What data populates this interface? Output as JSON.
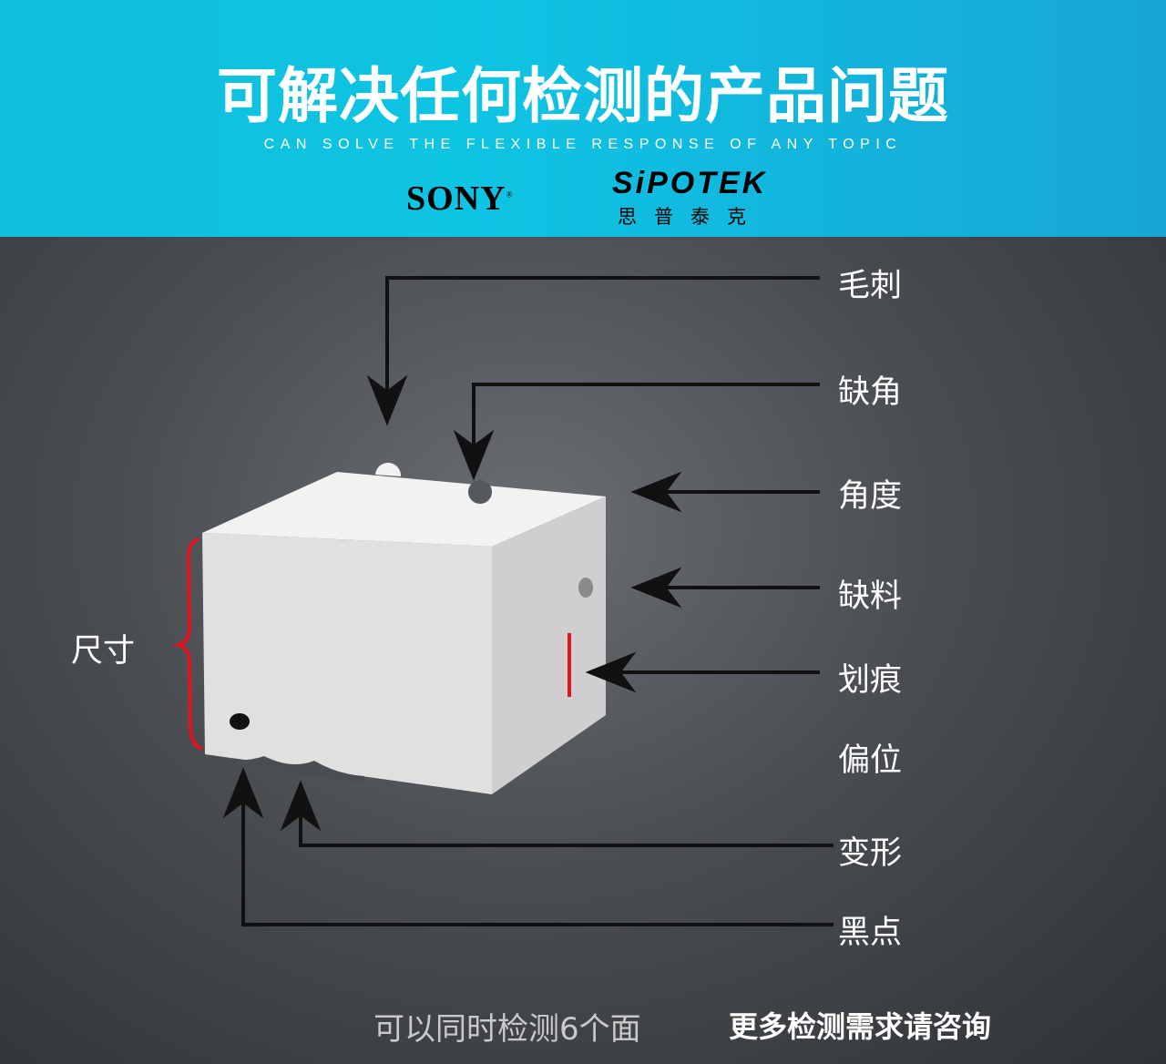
{
  "header": {
    "title": "可解决任何检测的产品问题",
    "subtitle": "CAN SOLVE THE FLEXIBLE RESPONSE OF ANY TOPIC",
    "logos": {
      "sony": "SONY",
      "sipotek": "SiPOTEK",
      "sipotek_cn": "思普泰克"
    }
  },
  "diagram": {
    "size_label": "尺寸",
    "defects": [
      "毛刺",
      "缺角",
      "角度",
      "缺料",
      "划痕",
      "偏位",
      "变形",
      "黑点"
    ],
    "accent_color": "#e0141e"
  },
  "footer": {
    "left": "可以同时检测6个面",
    "right": "更多检测需求请咨询"
  }
}
